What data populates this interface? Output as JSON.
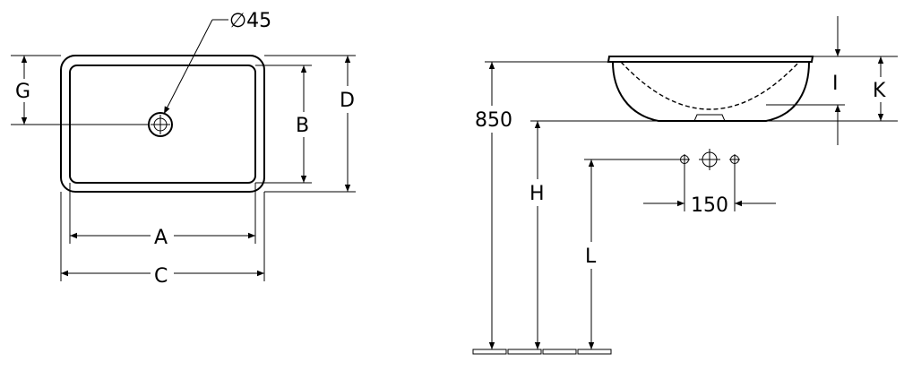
{
  "top_view": {
    "drain_label": "∅45",
    "dim_A": "A",
    "dim_B": "B",
    "dim_C": "C",
    "dim_D": "D",
    "dim_G": "G"
  },
  "side_view": {
    "dim_850": "850",
    "dim_H": "H",
    "dim_L": "L",
    "dim_I": "I",
    "dim_K": "K",
    "dim_150": "150"
  }
}
